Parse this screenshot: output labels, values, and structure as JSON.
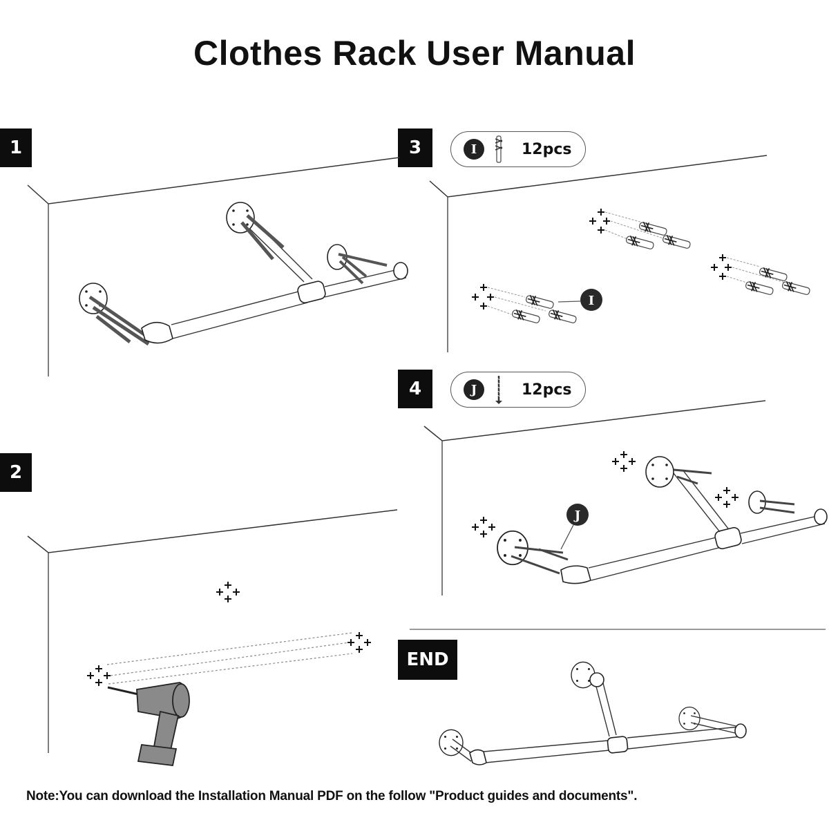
{
  "document": {
    "title": "Clothes Rack User Manual",
    "note": "Note:You can download the Installation Manual PDF on the follow \"Product guides and documents\"."
  },
  "steps": [
    {
      "label": "1",
      "description": "Assembled pipe rack with wall flanges and screws, placed against wall"
    },
    {
      "label": "2",
      "description": "Mark holes and drill into wall"
    },
    {
      "label": "3",
      "part": {
        "code": "I",
        "icon": "wall-anchor-icon",
        "quantity": "12pcs"
      },
      "callout": "I"
    },
    {
      "label": "4",
      "part": {
        "code": "J",
        "icon": "screw-icon",
        "quantity": "12pcs"
      },
      "callout": "J"
    },
    {
      "label": "END",
      "description": "Finished wall-mounted clothes rack"
    }
  ],
  "colors": {
    "badge_bg": "#0d0d0d",
    "line": "#333333",
    "drill_body": "#8a8a8a"
  }
}
